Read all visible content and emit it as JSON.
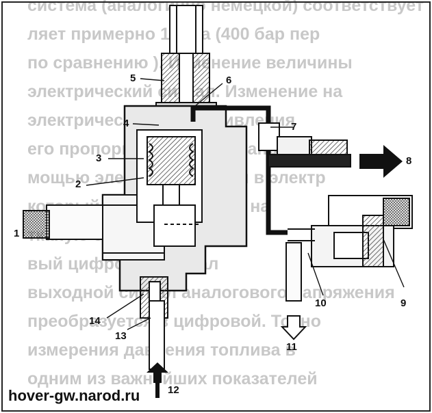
{
  "background_text": [
    "система (аналогично немецкой) соответствует",
    "ляет примерно 1 МПа (400 бар пер",
    "по сравнению ). Изменение величины",
    "электрический сигнал. Изменение на",
    "электрического сопротивления",
    "его пропорционального напр",
    "мощью электронной цепи в электр",
    "который сигнал подается на",
    "тканую схему аналоговой",
    "вый цифровой сигнал",
    "выходной сигнал аналогового напряжения",
    "преобразуется в цифровой. Точно",
    "измерения давления топлива в",
    "одним из важнейших показателей"
  ],
  "callouts": [
    "1",
    "2",
    "3",
    "4",
    "5",
    "6",
    "7",
    "8",
    "9",
    "10",
    "11",
    "12",
    "13",
    "14"
  ],
  "credit": "hover-gw.narod.ru"
}
